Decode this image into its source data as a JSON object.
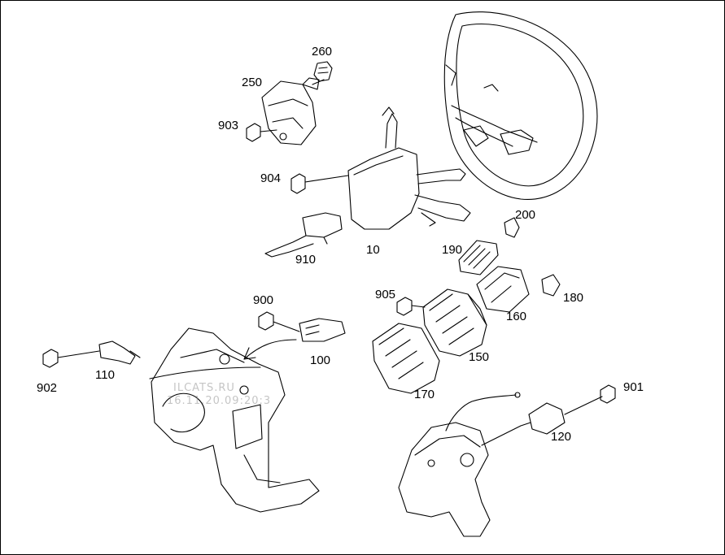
{
  "diagram": {
    "labels": {
      "p260": "260",
      "p250": "250",
      "p903": "903",
      "p904": "904",
      "p910": "910",
      "p10": "10",
      "p190": "190",
      "p200": "200",
      "p905": "905",
      "p180": "180",
      "p160": "160",
      "p150": "150",
      "p170": "170",
      "p900": "900",
      "p100": "100",
      "p902": "902",
      "p110": "110",
      "p901": "901",
      "p120": "120"
    },
    "watermark": {
      "line1": "ILCATS.RU",
      "line2": "16.11.20.09:20:3"
    },
    "colors": {
      "line": "#000000",
      "arrow": "#000000",
      "watermark": "#999999"
    }
  }
}
